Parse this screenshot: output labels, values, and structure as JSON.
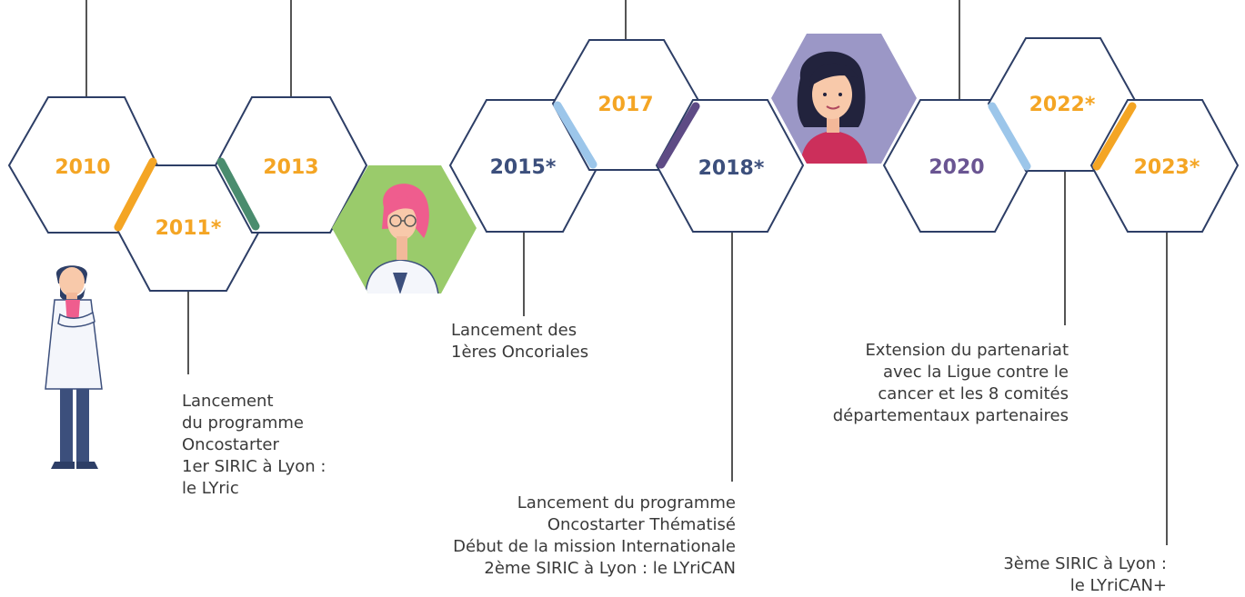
{
  "colors": {
    "orange": "#f4a524",
    "navy": "#3c4f7c",
    "purple": "#6a5592",
    "green": "#4a8c6e",
    "light_blue": "#9cc6ea",
    "dark_purple": "#5e4b85",
    "outline": "#2d3e66",
    "line": "#555555",
    "text": "#3a3a3a",
    "avatar_green_bg": "#9acb6b",
    "avatar_purple_bg": "#9b97c6"
  },
  "years": [
    {
      "label": "2010",
      "color": "#f4a524"
    },
    {
      "label": "2011*",
      "color": "#f4a524"
    },
    {
      "label": "2013",
      "color": "#f4a524"
    },
    {
      "label": "2015*",
      "color": "#3c4f7c"
    },
    {
      "label": "2017",
      "color": "#f4a524"
    },
    {
      "label": "2018*",
      "color": "#3c4f7c"
    },
    {
      "label": "2020",
      "color": "#6a5592"
    },
    {
      "label": "2022*",
      "color": "#f4a524"
    },
    {
      "label": "2023*",
      "color": "#f4a524"
    }
  ],
  "connectors": [
    {
      "between": "2010-2011*",
      "color": "#f4a524"
    },
    {
      "between": "2011*-2013",
      "color": "#4a8c6e"
    },
    {
      "between": "2015*-2017",
      "color": "#9cc6ea"
    },
    {
      "between": "2017-2018*",
      "color": "#5e4b85"
    },
    {
      "between": "2020-2022*",
      "color": "#9cc6ea"
    },
    {
      "between": "2022*-2023*",
      "color": "#f4a524"
    }
  ],
  "illustrations": [
    {
      "name": "doctor-man-illustration"
    },
    {
      "name": "doctor-woman-avatar"
    },
    {
      "name": "woman-avatar"
    }
  ],
  "annotations": {
    "a2011": [
      "Lancement",
      "du programme",
      "Oncostarter",
      "1er SIRIC à Lyon :",
      "le LYric"
    ],
    "a2015": [
      "Lancement des",
      "1ères Oncoriales"
    ],
    "a2018": [
      "Lancement du programme",
      "Oncostarter Thématisé",
      "Début de la mission Internationale",
      "2ème SIRIC à Lyon : le LYriCAN"
    ],
    "a2022": [
      "Extension du partenariat",
      "avec la Ligue contre le",
      "cancer et les 8 comités",
      "départementaux partenaires"
    ],
    "a2023": [
      "3ème SIRIC à Lyon :",
      "le LYriCAN+"
    ]
  }
}
